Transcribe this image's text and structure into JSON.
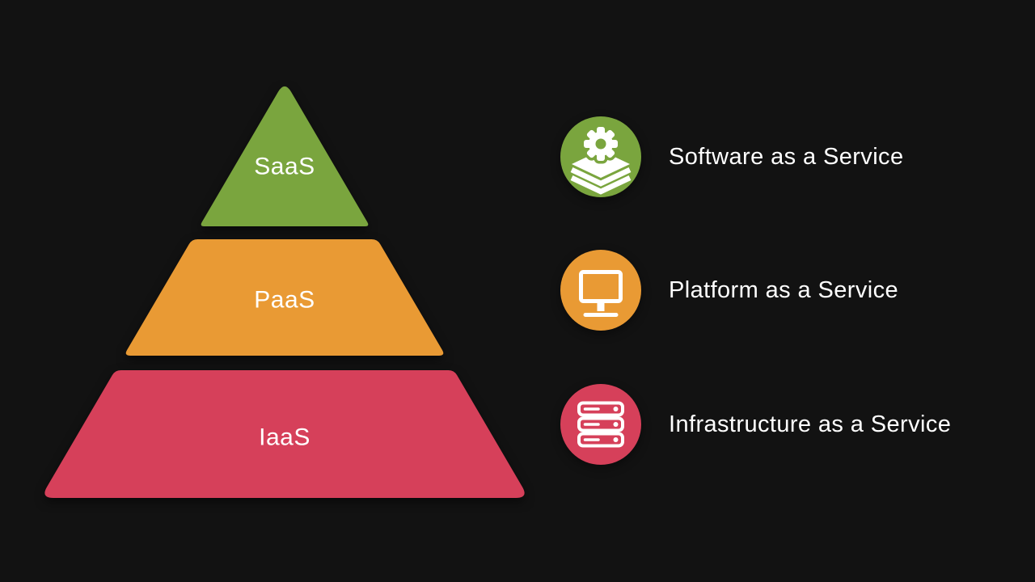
{
  "theme": {
    "background": "#121212",
    "text_color": "#ffffff",
    "green": "#7AA53E",
    "orange": "#E99A34",
    "red": "#D6405A"
  },
  "pyramid": {
    "layers": [
      {
        "label": "SaaS",
        "color": "#7AA53E"
      },
      {
        "label": "PaaS",
        "color": "#E99A34"
      },
      {
        "label": "IaaS",
        "color": "#D6405A"
      }
    ]
  },
  "legend": {
    "items": [
      {
        "icon": "gear-layers-icon",
        "color": "#7AA53E",
        "label": "Software as a Service"
      },
      {
        "icon": "monitor-icon",
        "color": "#E99A34",
        "label": "Platform as a Service"
      },
      {
        "icon": "server-stack-icon",
        "color": "#D6405A",
        "label": "Infrastructure as a Service"
      }
    ]
  }
}
